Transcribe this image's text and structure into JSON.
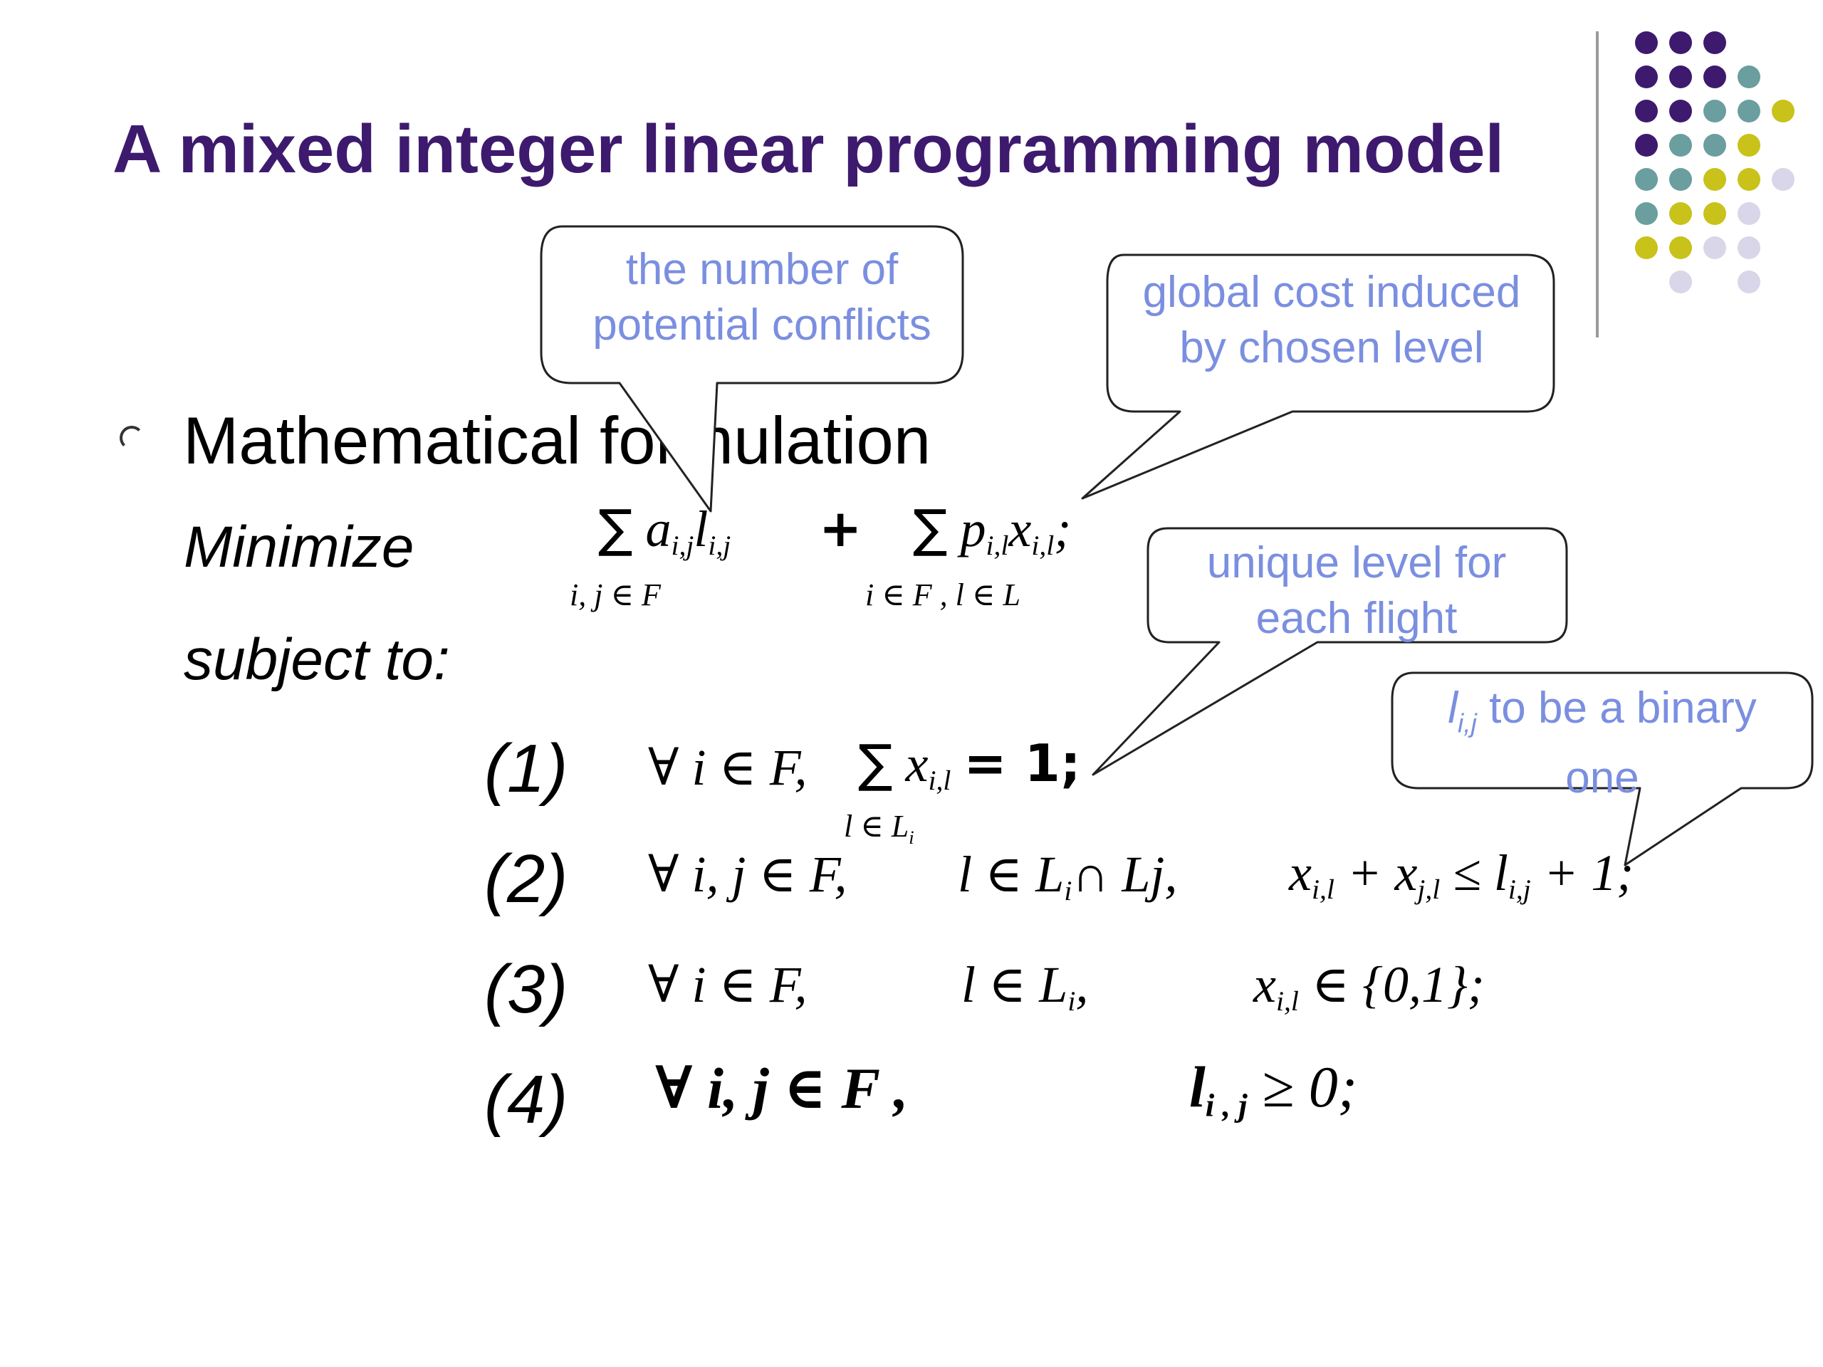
{
  "title": "A mixed integer linear programming model",
  "heading": "Mathematical formulation",
  "minimize_label": "Minimize",
  "subject_label": "subject to:",
  "objective": {
    "sum1_under": "i, j ∈ F",
    "term1": "a",
    "term1_sub": "i,j",
    "term1b": "l",
    "term1b_sub": "i,j",
    "plus": "+",
    "sum2_under": "i ∈ F , l ∈ L",
    "term2": "p",
    "term2_sub": "i,l",
    "term2b": "x",
    "term2b_sub": "i,l",
    "end": ";"
  },
  "constraints": [
    {
      "num": "(1)",
      "quant": "∀ i ∈ F,",
      "sum_under": "l ∈ L",
      "sum_under_sub": "i",
      "expr": "x",
      "expr_sub": "i,l",
      "rel": "= 1;"
    },
    {
      "num": "(2)",
      "quant": "∀ i, j ∈ F,",
      "cond": "l ∈ L",
      "cond_sub": "i",
      "cond_rest": "∩ Lj,",
      "expr": "x",
      "expr_sub": "i,l",
      "op": "+ x",
      "op_sub": "j,l",
      "rel": "≤ l",
      "rel_sub": "i,j",
      "end": "+ 1;"
    },
    {
      "num": "(3)",
      "quant": "∀ i ∈ F,",
      "cond": "l ∈ L",
      "cond_sub": "i",
      "cond_rest": ",",
      "expr": "x",
      "expr_sub": "i,l",
      "rel": "∈ {0,1};"
    },
    {
      "num": "(4)",
      "quant": "∀ i, j ∈ F ,",
      "expr": "l",
      "expr_sub": "i , j",
      "rel": "≥ 0;"
    }
  ],
  "callouts": {
    "conflicts": [
      "the number of",
      "potential conflicts"
    ],
    "cost": [
      "global cost induced",
      "by chosen level"
    ],
    "unique": [
      "unique level for",
      "each flight"
    ],
    "binary_var": "l",
    "binary_sub": "i,j",
    "binary": [
      " to be a binary",
      "one"
    ]
  },
  "colors": {
    "title": "#3d1a6e",
    "callout_text": "#7b8fe0",
    "dot_purple": "#3d1a6e",
    "dot_teal": "#6b9e9e",
    "dot_olive": "#c8c21a",
    "dot_lavender": "#d8d6e8"
  }
}
